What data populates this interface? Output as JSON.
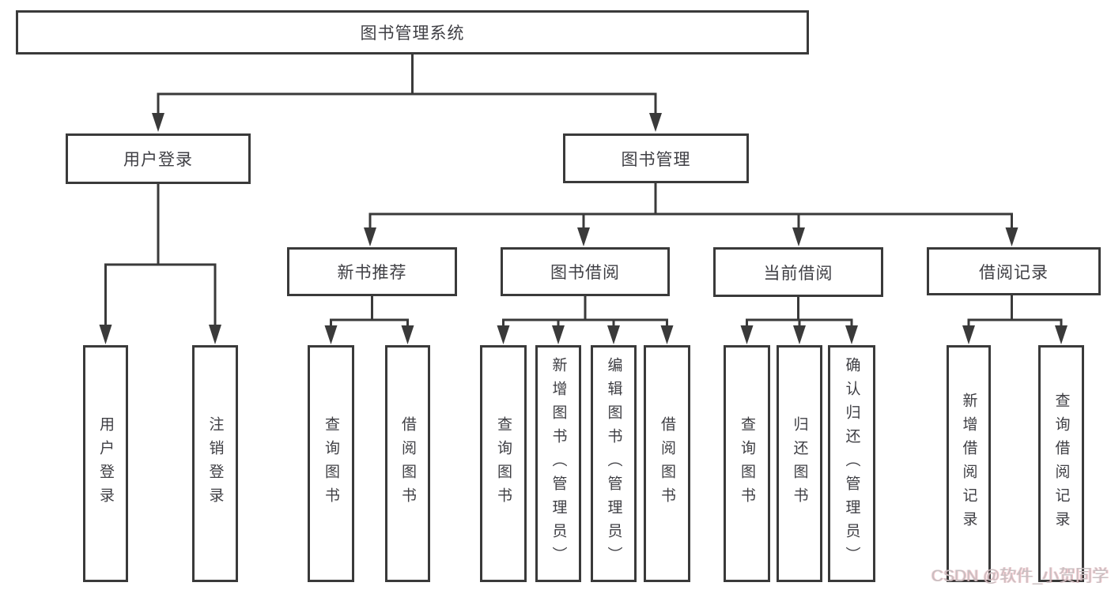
{
  "diagram": {
    "title": "图书管理系统",
    "root": {
      "label": "图书管理系统"
    },
    "level2": [
      {
        "label": "用户登录"
      },
      {
        "label": "图书管理"
      }
    ],
    "level3": [
      {
        "label": "新书推荐"
      },
      {
        "label": "图书借阅"
      },
      {
        "label": "当前借阅"
      },
      {
        "label": "借阅记录"
      }
    ],
    "leaves": [
      {
        "label": "用户登录",
        "parent": "用户登录"
      },
      {
        "label": "注销登录",
        "parent": "用户登录"
      },
      {
        "label": "查询图书",
        "parent": "新书推荐"
      },
      {
        "label": "借阅图书",
        "parent": "新书推荐"
      },
      {
        "label": "查询图书",
        "parent": "图书借阅"
      },
      {
        "label": "新增图书（管理员）",
        "parent": "图书借阅"
      },
      {
        "label": "编辑图书（管理员）",
        "parent": "图书借阅"
      },
      {
        "label": "借阅图书",
        "parent": "图书借阅"
      },
      {
        "label": "查询图书",
        "parent": "当前借阅"
      },
      {
        "label": "归还图书",
        "parent": "当前借阅"
      },
      {
        "label": "确认归还（管理员）",
        "parent": "当前借阅"
      },
      {
        "label": "新增借阅记录",
        "parent": "借阅记录"
      },
      {
        "label": "查询借阅记录",
        "parent": "借阅记录"
      }
    ],
    "watermark": "CSDN @软件_小贺同学",
    "colors": {
      "line": "#3a3a3a",
      "box_border": "#3a3a3a",
      "text": "#3f3f44",
      "background": "#ffffff",
      "watermark": "#c7bfc1"
    }
  }
}
